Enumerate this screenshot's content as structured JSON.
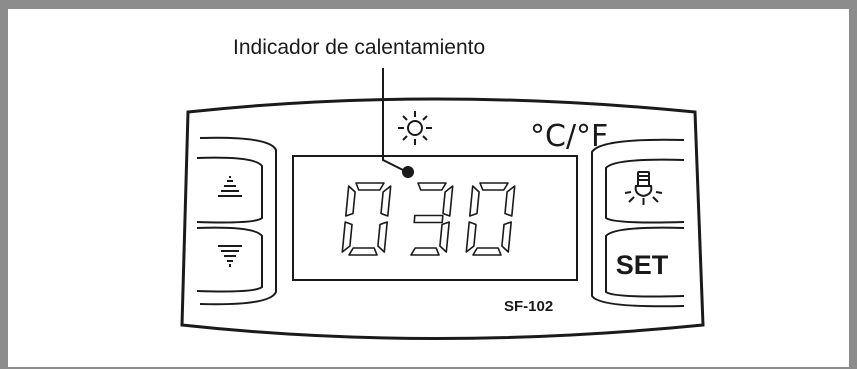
{
  "callout": {
    "label": "Indicador de calentamiento"
  },
  "display": {
    "digits": [
      "0",
      "3",
      "0"
    ],
    "unit_label": "°C/°F",
    "model_label": "SF-102",
    "heating_indicator_icon": "sun-icon"
  },
  "buttons": {
    "up_icon": "up-arrow-icon",
    "down_icon": "down-arrow-icon",
    "light_icon": "light-bulb-icon",
    "set_label": "SET"
  },
  "colors": {
    "frame": "#8c8c8c",
    "line": "#1a1a1a"
  }
}
